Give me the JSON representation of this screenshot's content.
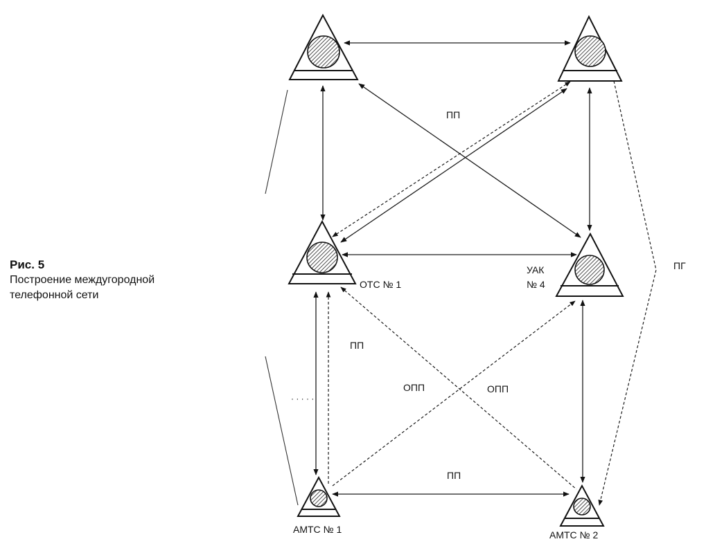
{
  "caption": {
    "title": "Рис.    5",
    "line1": "Построение междугородной",
    "line2": "телефонной сети"
  },
  "nodes": {
    "top_left": {
      "label": ""
    },
    "top_right": {
      "label": ""
    },
    "ots1": {
      "label": "ОТС № 1"
    },
    "uak4": {
      "label_line1": "УАК",
      "label_line2": "№ 4"
    },
    "amts1": {
      "label": "АМТС № 1"
    },
    "amts2": {
      "label": "АМТС № 2"
    }
  },
  "edge_labels": {
    "pp_cross_top": "ПП",
    "pg_right": "ПГ",
    "pp_left_vertical": "ПП",
    "opp_left": "ОПП",
    "opp_right": "ОПП",
    "pp_bottom": "ПП"
  },
  "stray_text": {
    "dots": "· · ·  · ·"
  }
}
